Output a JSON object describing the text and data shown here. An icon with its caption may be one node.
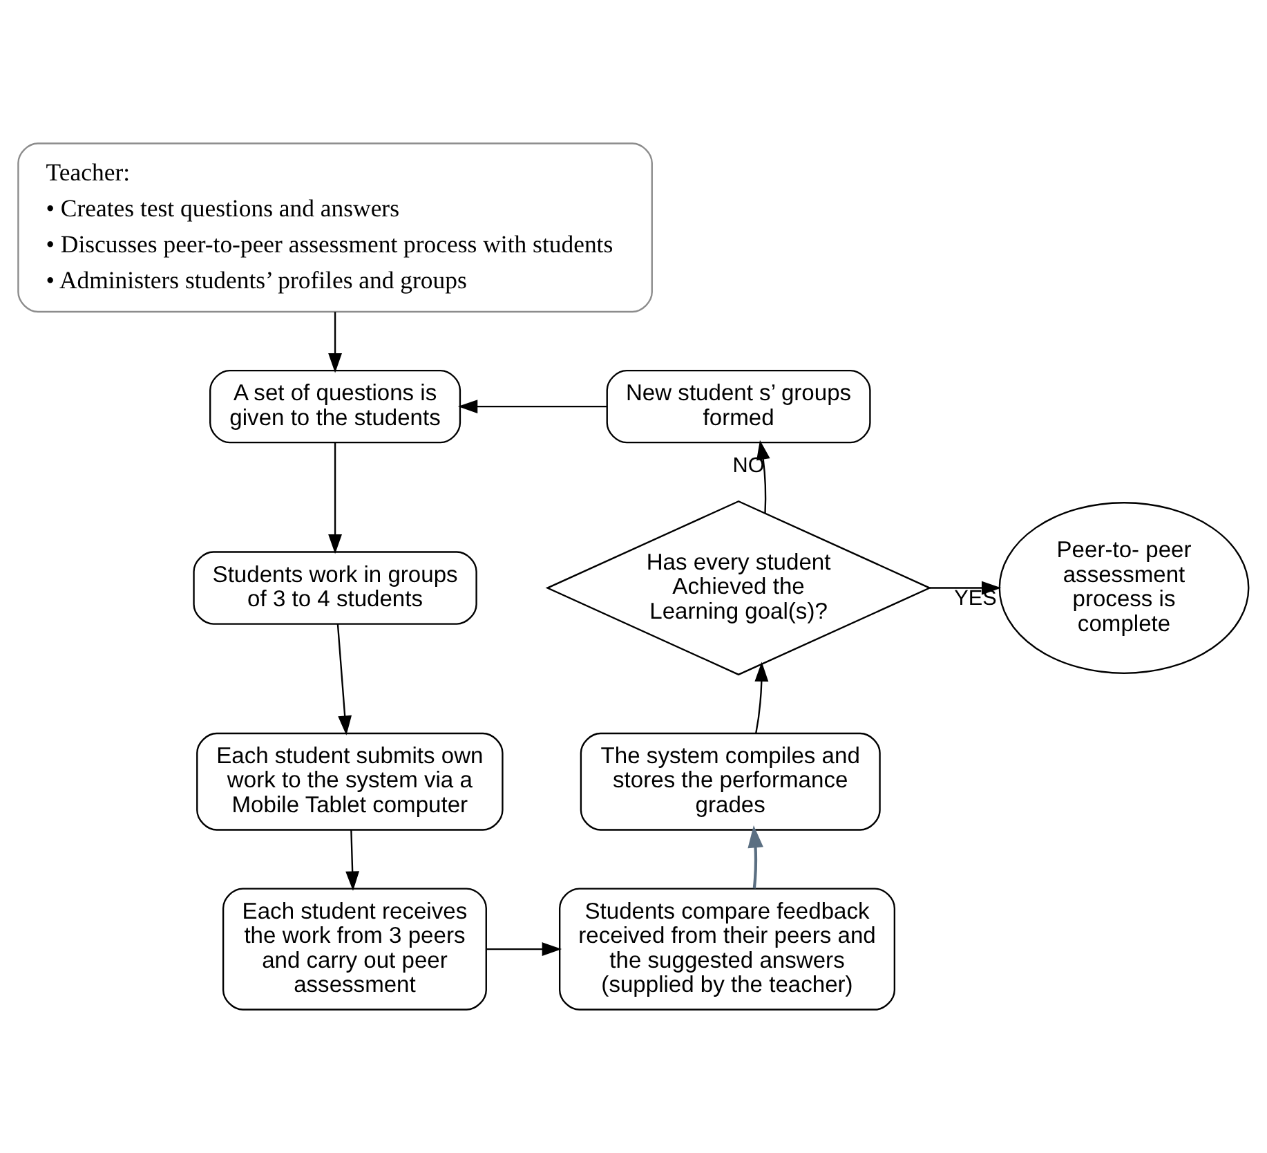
{
  "diagram": {
    "nodes": [
      {
        "text": [
          "Teacher:",
          "• Creates test questions and answers",
          "• Discusses peer-to-peer assessment process with students",
          "• Administers students’ profiles and groups"
        ]
      },
      {
        "text": [
          "A set of questions is given to the students"
        ]
      },
      {
        "text": [
          "Students work in groups of 3 to 4 students"
        ]
      },
      {
        "text": [
          "Each student submits own work to the system via a Mobile Tablet computer"
        ]
      },
      {
        "text": [
          "Each student receives the work from 3 peers and carry out peer assessment"
        ]
      },
      {
        "text": [
          "Students compare feedback received from their peers and the suggested answers (supplied by the teacher)"
        ]
      },
      {
        "text": [
          "The system compiles and stores the performance grades"
        ]
      },
      {
        "text": [
          "Has every student Achieved the Learning goal(s)?"
        ]
      },
      {
        "text": [
          "New student s’ groups formed"
        ]
      },
      {
        "text": [
          "Peer-to- peer assessment process is complete"
        ]
      }
    ],
    "edges": [
      {
        "from": 0,
        "to": 1,
        "arrow": "to"
      },
      {
        "from": 1,
        "to": 2,
        "arrow": "to"
      },
      {
        "from": 2,
        "to": 3,
        "arrow": "to"
      },
      {
        "from": 3,
        "to": 4,
        "arrow": "to"
      },
      {
        "from": 4,
        "to": 5,
        "arrow": "to"
      },
      {
        "from": 5,
        "to": 6,
        "arrow": "to",
        "color": "#5b6f82"
      },
      {
        "from": 6,
        "to": 7,
        "arrow": "to"
      },
      {
        "from": 7,
        "to": 8,
        "label": "NO",
        "arrow": "to"
      },
      {
        "from": 7,
        "to": 9,
        "label": "YES",
        "arrow": "to"
      },
      {
        "from": 8,
        "to": 1,
        "arrow": "to"
      }
    ]
  }
}
